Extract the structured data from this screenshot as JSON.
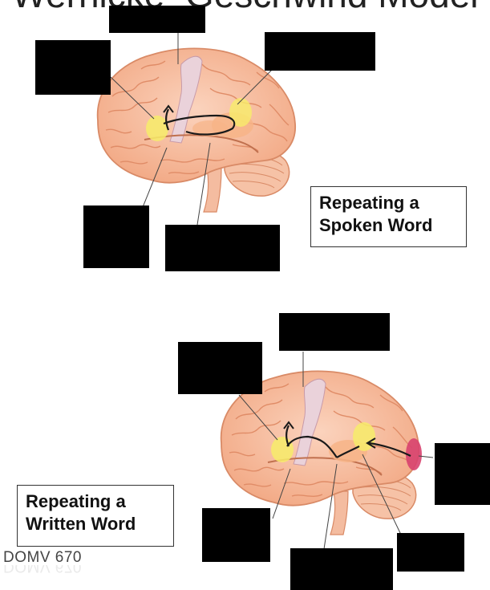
{
  "title": "Wernicke–Geschwind Model",
  "panels": [
    {
      "caption_line1": "Repeating a",
      "caption_line2": "Spoken Word"
    },
    {
      "caption_line1": "Repeating a",
      "caption_line2": "Written Word"
    }
  ],
  "footer": "DOMV 670",
  "colors": {
    "brain": "#f6b99a",
    "gyrus": "#f0a07e",
    "motor": "#e8c8d2",
    "highlight_yellow": "#f7ec6a",
    "highlight_orange": "#f7b487",
    "visual_magenta": "#d8426f",
    "redaction": "#000000"
  }
}
